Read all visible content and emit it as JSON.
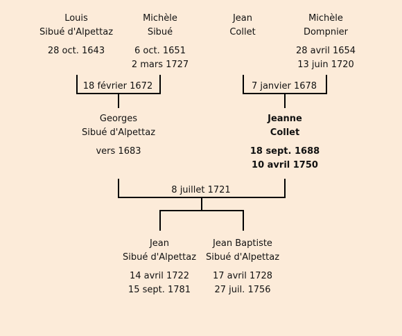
{
  "people": {
    "louis": {
      "first": "Louis",
      "last": "Sibué d'Alpettaz",
      "birth": "28 oct. 1643",
      "death": ""
    },
    "michele1": {
      "first": "Michèle",
      "last": "Sibué",
      "birth": "6 oct. 1651",
      "death": "2 mars 1727"
    },
    "jean1": {
      "first": "Jean",
      "last": "Collet",
      "birth": "",
      "death": ""
    },
    "michele2": {
      "first": "Michèle",
      "last": "Dompnier",
      "birth": "28 avril 1654",
      "death": "13 juin 1720"
    },
    "georges": {
      "first": "Georges",
      "last": "Sibué d'Alpettaz",
      "birth": "vers 1683",
      "death": ""
    },
    "jeanne": {
      "first": "Jeanne",
      "last": "Collet",
      "birth": "18 sept. 1688",
      "death": "10 avril 1750"
    },
    "jean2": {
      "first": "Jean",
      "last": "Sibué d'Alpettaz",
      "birth": "14 avril 1722",
      "death": "15 sept. 1781"
    },
    "jeanbap": {
      "first": "Jean Baptiste",
      "last": "Sibué d'Alpettaz",
      "birth": "17 avril 1728",
      "death": "27 juil. 1756"
    }
  },
  "marriages": {
    "m1": "18 février 1672",
    "m2": "7 janvier 1678",
    "m3": "8 juillet 1721"
  }
}
